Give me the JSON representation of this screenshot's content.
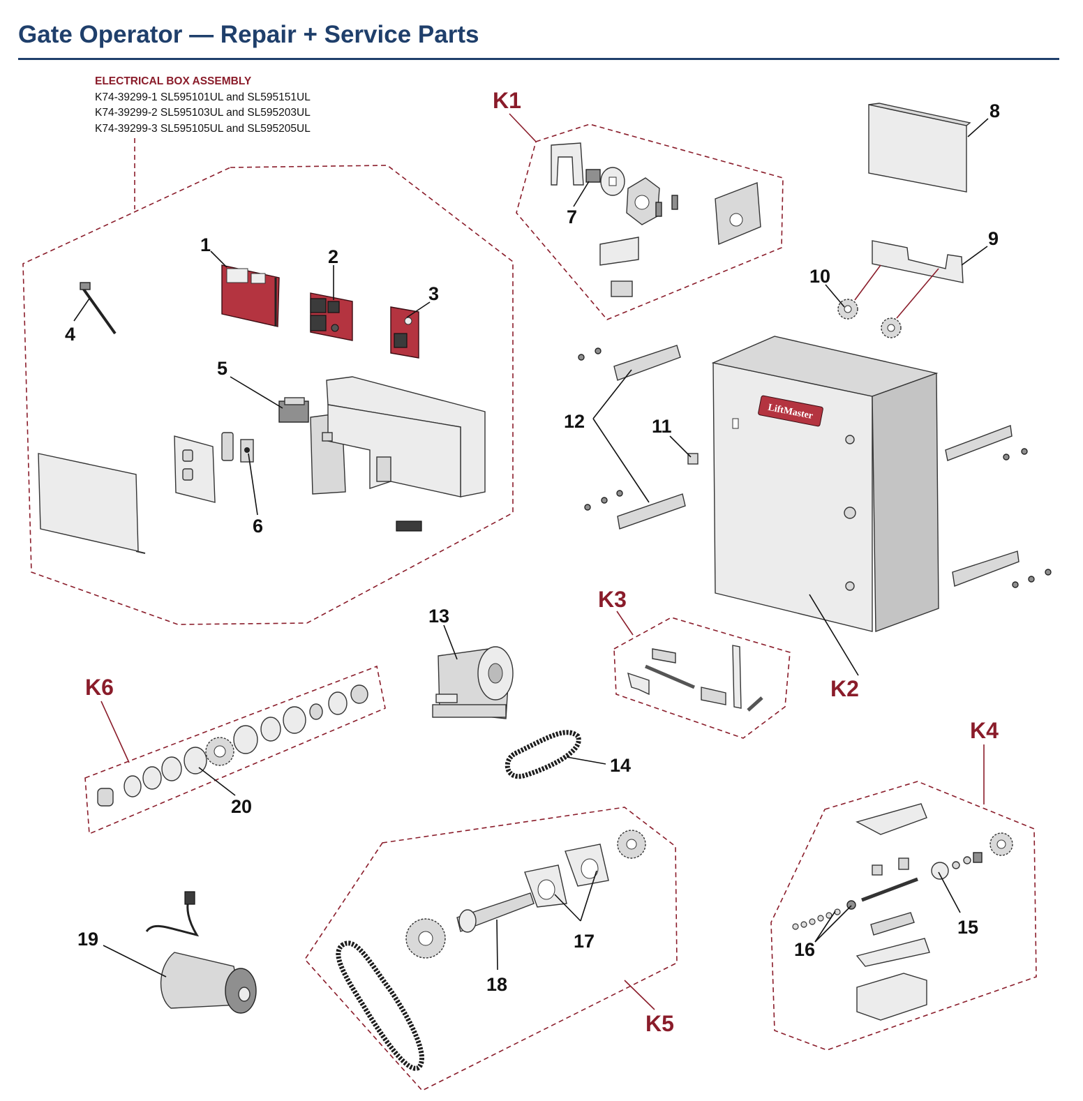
{
  "header": {
    "title": "Gate Operator — Repair + Service Parts"
  },
  "assembly": {
    "title": "ELECTRICAL BOX  ASSEMBLY",
    "lines": [
      "K74-39299-1  SL595101UL and SL595151UL",
      "K74-39299-2  SL595103UL and SL595203UL",
      "K74-39299-3  SL595105UL and SL595205UL"
    ]
  },
  "brand": {
    "logo_text": "LiftMaster"
  },
  "kits": {
    "k1": "K1",
    "k2": "K2",
    "k3": "K3",
    "k4": "K4",
    "k5": "K5",
    "k6": "K6"
  },
  "callouts": {
    "p1": "1",
    "p2": "2",
    "p3": "3",
    "p4": "4",
    "p5": "5",
    "p6": "6",
    "p7": "7",
    "p8": "8",
    "p9": "9",
    "p10": "10",
    "p11": "11",
    "p12": "12",
    "p13": "13",
    "p14": "14",
    "p15": "15",
    "p16": "16",
    "p17": "17",
    "p18": "18",
    "p19": "19",
    "p20": "20"
  },
  "colors": {
    "heading": "#1f3f6b",
    "kit_accent": "#8a1c2a",
    "board_red": "#b43440"
  }
}
